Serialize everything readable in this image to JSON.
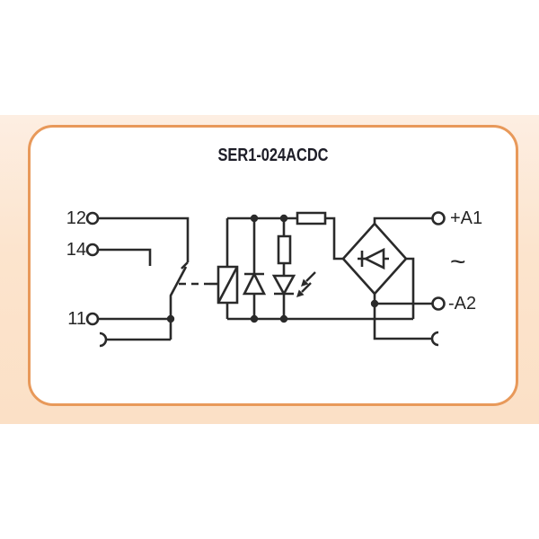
{
  "window": {
    "description": "Relay module schematic diagram card"
  },
  "card": {
    "title": "SER1-024ACDC",
    "border_color": "#e8995a",
    "background": "#ffffff",
    "band_color": "#fce4cd"
  },
  "labels": {
    "title": "SER1-024ACDC",
    "t12": "12",
    "t14": "14",
    "t11": "11",
    "a1": "+A1",
    "ac": "~",
    "a2": "-A2"
  },
  "diagram": {
    "line_color": "#2a2a2a",
    "terminals_left": [
      "12",
      "14",
      "11"
    ],
    "terminals_right": [
      "+A1",
      "~",
      "-A2"
    ],
    "components": [
      "nc-no-contact-switch",
      "mechanical-link-dashed",
      "relay-coil",
      "flyback-diode",
      "series-resistor-led",
      "led-indicator",
      "series-resistor-supply",
      "bridge-rectifier",
      "connector-arc-left",
      "connector-arc-right"
    ]
  }
}
